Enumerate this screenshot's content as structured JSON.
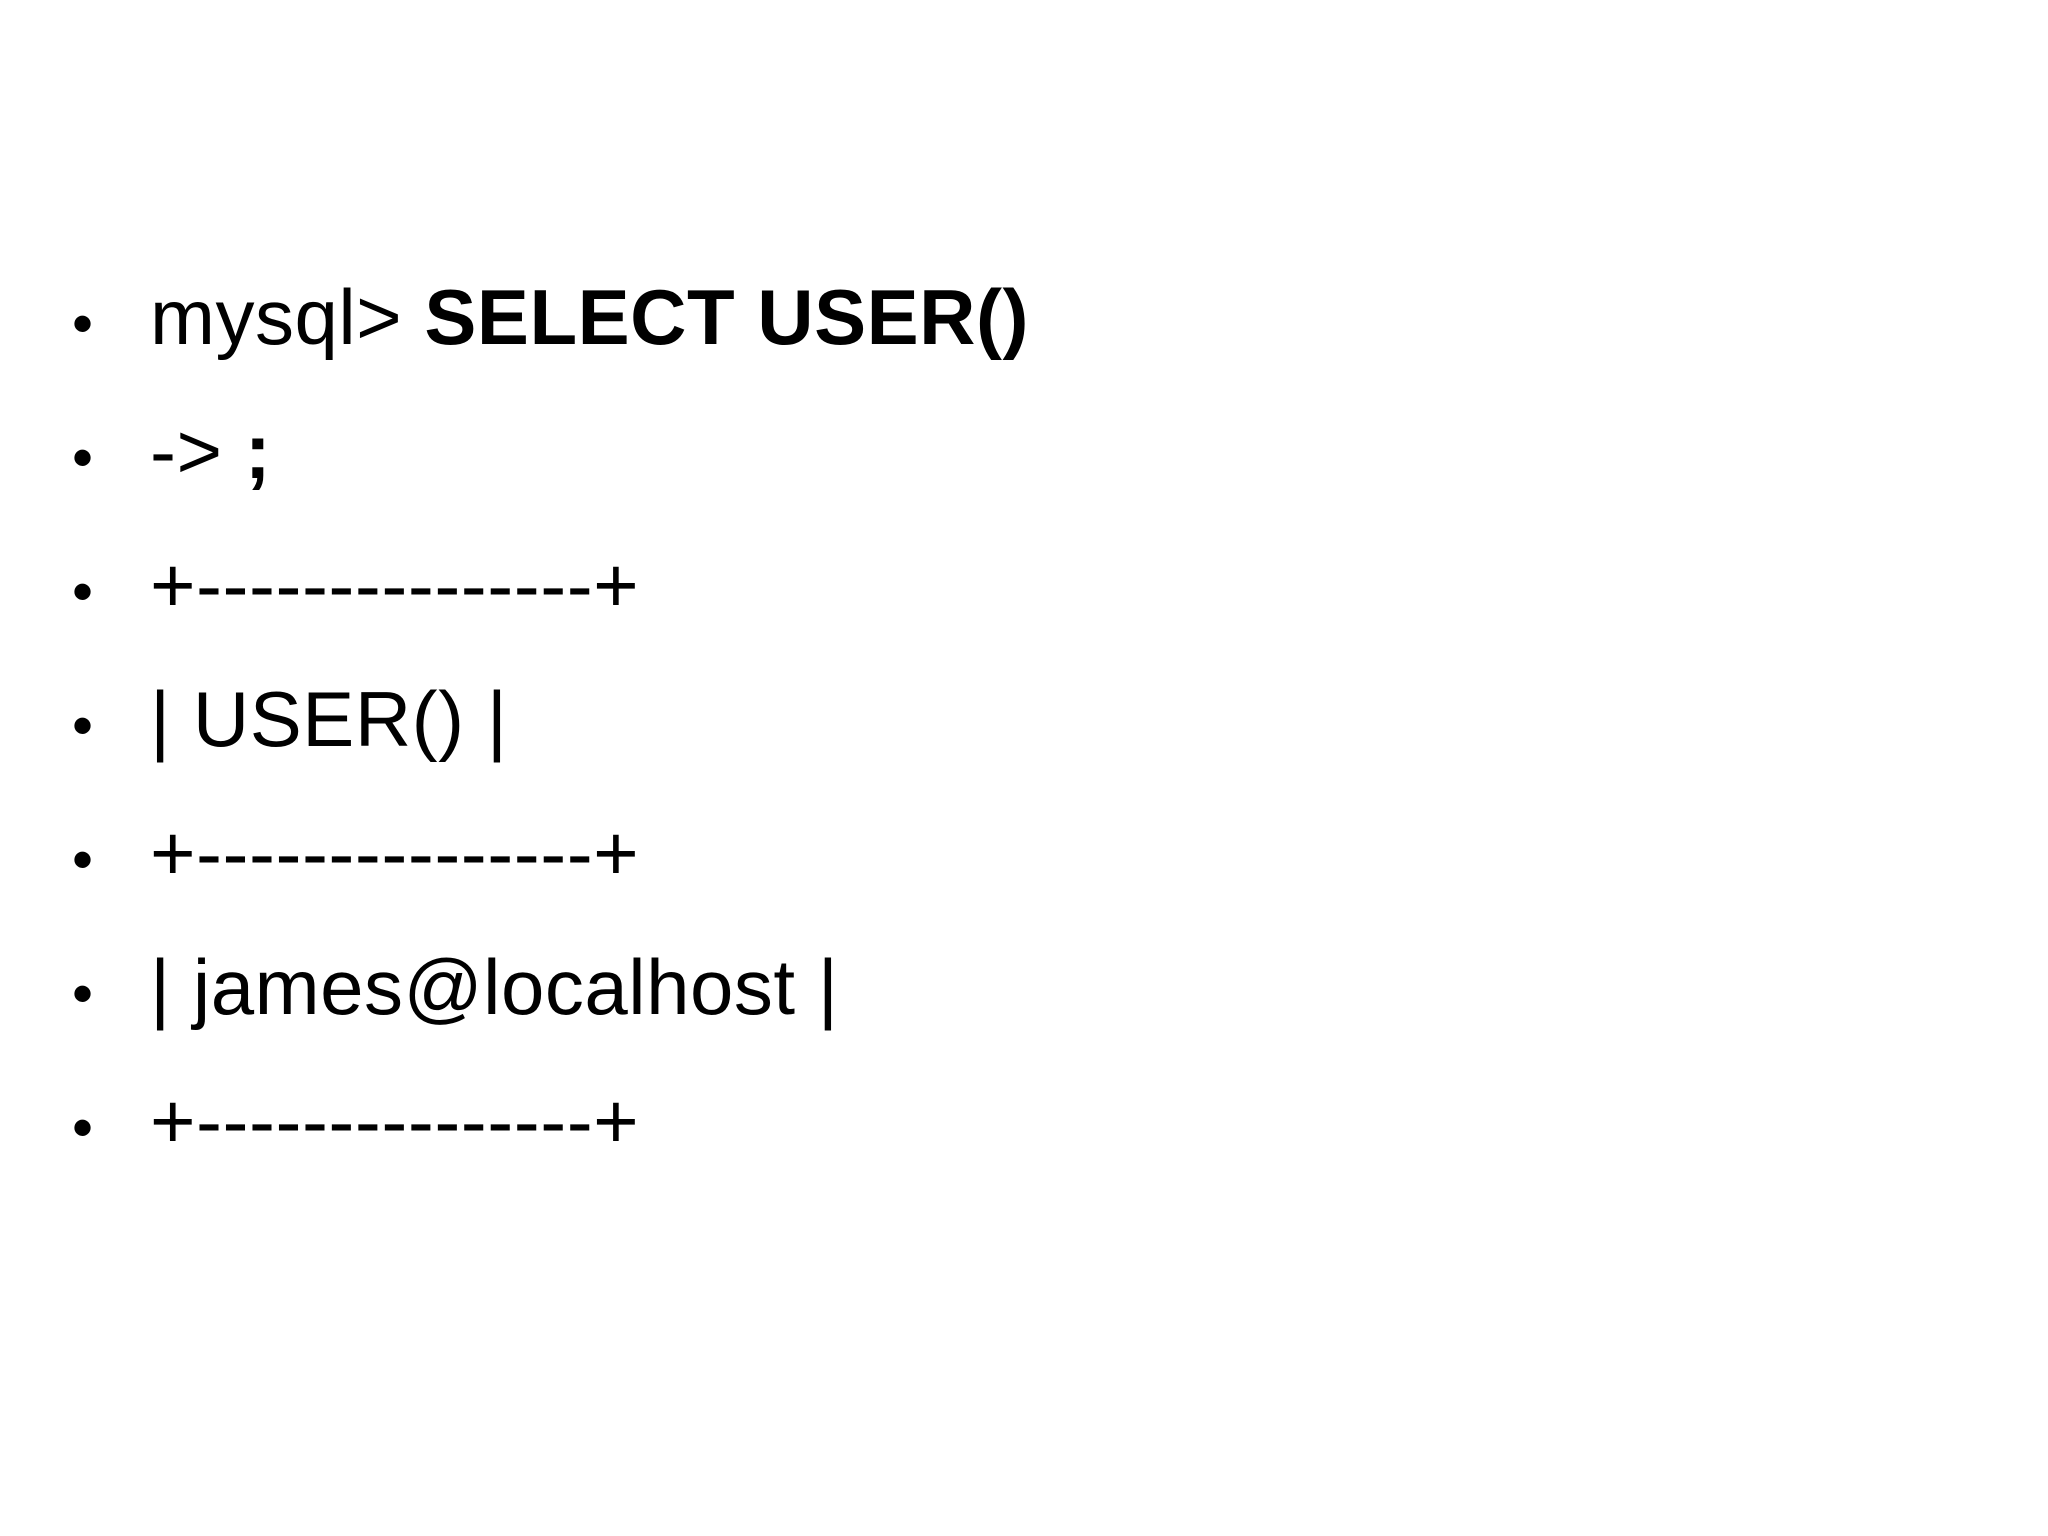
{
  "slide": {
    "background_color": "#ffffff",
    "text_color": "#000000",
    "bullet_char": "•",
    "lines": [
      {
        "segments": [
          {
            "text": "mysql> ",
            "bold": false
          },
          {
            "text": "SELECT USER()",
            "bold": true
          }
        ]
      },
      {
        "segments": [
          {
            "text": "-> ",
            "bold": false
          },
          {
            "text": ";",
            "bold": true
          }
        ]
      },
      {
        "segments": [
          {
            "text": "+---------------+",
            "bold": false
          }
        ]
      },
      {
        "segments": [
          {
            "text": "| USER() |",
            "bold": false
          }
        ]
      },
      {
        "segments": [
          {
            "text": "+---------------+",
            "bold": false
          }
        ]
      },
      {
        "segments": [
          {
            "text": "| james@localhost |",
            "bold": false
          }
        ]
      },
      {
        "segments": [
          {
            "text": "+---------------+",
            "bold": false
          }
        ]
      }
    ]
  }
}
